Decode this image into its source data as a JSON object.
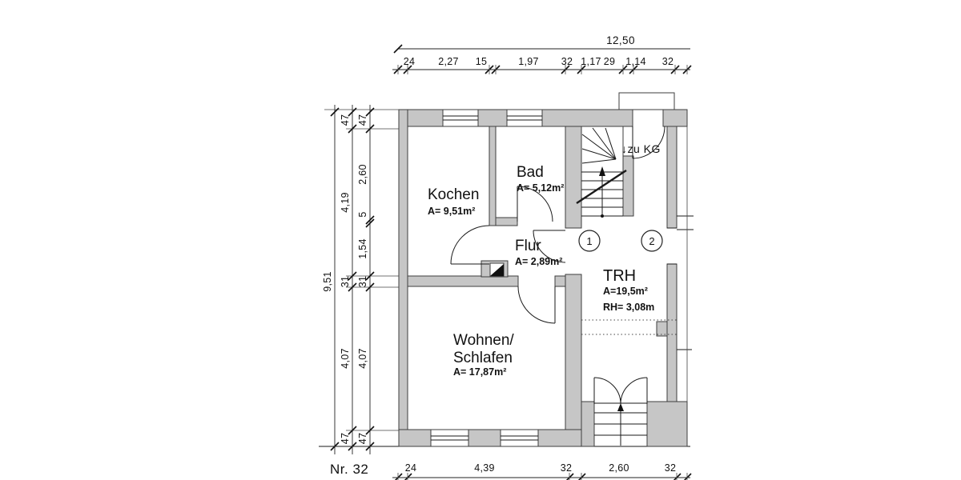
{
  "plan": {
    "house_number": "Nr. 32",
    "total_width_label": "12,50",
    "total_height_label": "9,51",
    "top_chain": [
      "24",
      "2,27",
      "15",
      "1,97",
      "32",
      "1,17",
      "29",
      "1,14",
      "32"
    ],
    "left_chain_mid": [
      "47",
      "4,19",
      "31",
      "4,07",
      "47"
    ],
    "left_chain_inner": [
      "47",
      "2,60",
      "5",
      "1,54",
      "31",
      "4,07",
      "47"
    ],
    "bottom_chain": [
      "24",
      "4,39",
      "32",
      "2,60",
      "32"
    ],
    "rooms": {
      "kochen": {
        "name": "Kochen",
        "area": "A= 9,51m²"
      },
      "bad": {
        "name": "Bad",
        "area": "A= 5,12m²"
      },
      "flur": {
        "name": "Flur",
        "area": "A= 2,89m²"
      },
      "wohnen": {
        "name_line1": "Wohnen/",
        "name_line2": "Schlafen",
        "area": "A= 17,87m²"
      },
      "trh": {
        "name": "TRH",
        "area": "A=19,5m²",
        "room_height": "RH= 3,08m"
      }
    },
    "stair_label": "↓zu KG",
    "door_tags": {
      "one": "1",
      "two": "2"
    },
    "colors": {
      "wall_fill": "#c6c6c6",
      "wall_stroke": "#3d3d3d",
      "line": "#1a1a1a"
    }
  }
}
